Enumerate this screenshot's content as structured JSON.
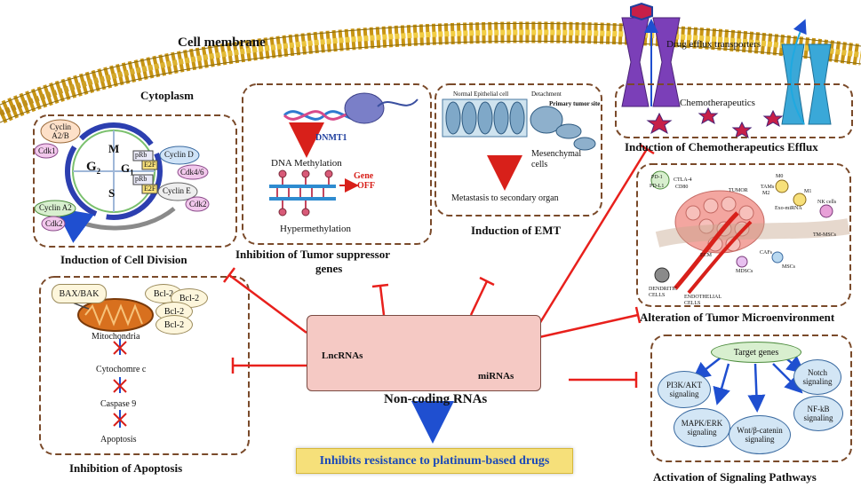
{
  "membrane": {
    "label": "Cell membrane",
    "cytoplasm_label": "Cytoplasm"
  },
  "efflux": {
    "transporters_label": "Drug efflux transporters",
    "chemo_label": "Chemotherapeutics",
    "title": "Induction of Chemotherapeutics Efflux"
  },
  "cell_division": {
    "title": "Induction of Cell Division",
    "phases": {
      "g2": "G",
      "g2_sub": "2",
      "m": "M",
      "g1": "G",
      "g1_sub": "1",
      "s": "S"
    },
    "cyclins": [
      "Cyclin A2/B",
      "Cdk1",
      "Cyclin D",
      "Cdk4/6",
      "Cyclin E",
      "Cdk2",
      "Cyclin A2",
      "Cdk2"
    ],
    "prb": [
      "pRb",
      "E2F",
      "pRb",
      "E2F"
    ]
  },
  "tumor_suppressor": {
    "title_line1": "Inhibition of Tumor suppressor",
    "title_line2": "genes",
    "dnmt": "DNMT1",
    "methylation": "DNA Methylation",
    "gene_off_1": "Gene",
    "gene_off_2": "OFF",
    "hypermethylation": "Hypermethylation"
  },
  "emt": {
    "title": "Induction of EMT",
    "normal_cell": "Normal Epithelial cell",
    "detachment": "Detachment",
    "primary_site": "Primary tumor site",
    "mesenchymal_1": "Mesenchymal",
    "mesenchymal_2": "cells",
    "metastasis": "Metastasis to secondary organ"
  },
  "apoptosis": {
    "title": "Inhibition of Apoptosis",
    "bax": "BAX/BAK",
    "bcl": [
      "Bcl-2",
      "Bcl-2",
      "Bcl-2",
      "Bcl-2"
    ],
    "mito": "Mitochondria",
    "cyto": "Cytochomre c",
    "caspase": "Caspase 9",
    "apoptosis": "Apoptosis"
  },
  "tme": {
    "title": "Alteration of Tumor Microenvironment",
    "labels": [
      "PD-1",
      "PD-L1",
      "CTLA-4",
      "CD80",
      "TUMOR",
      "M0",
      "TAMs",
      "M2",
      "M1",
      "NK cells",
      "Exo-miRNA",
      "TM-MSCs",
      "ECM",
      "CAFs",
      "MDSCs",
      "MSCs",
      "DENDRITIC CELLS",
      "ENDOTHELIAL CELLS"
    ]
  },
  "signaling": {
    "title": "Activation of Signaling Pathways",
    "target": "Target genes",
    "pi3k_1": "PI3K/AKT",
    "pi3k_2": "signaling",
    "notch_1": "Notch",
    "notch_2": "signaling",
    "mapk_1": "MAPK/ERK",
    "mapk_2": "signaling",
    "wnt_1": "Wnt/β-catenin",
    "wnt_2": "signaling",
    "nfkb_1": "NF-kB",
    "nfkb_2": "signaling"
  },
  "center": {
    "lnc": "LncRNAs",
    "mirna": "miRNAs",
    "title": "Non-coding RNAs",
    "result": "Inhibits  resistance to platinum-based  drugs"
  },
  "colors": {
    "inhibit": "#e8201c",
    "panel_border": "#7a4a2a",
    "result_text": "#1b49b8",
    "arrow_blue": "#1f4fd0"
  }
}
